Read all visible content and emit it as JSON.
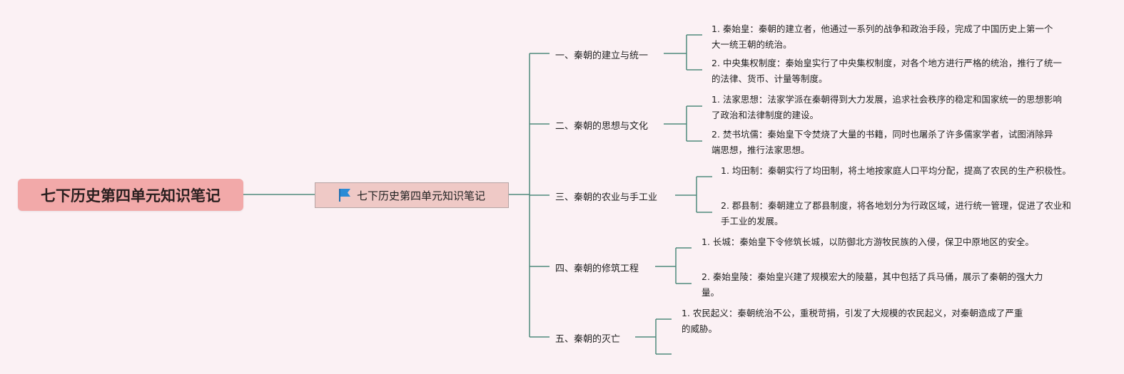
{
  "root": {
    "title": "七下历史第四单元知识笔记"
  },
  "center": {
    "title": "七下历史第四单元知识笔记",
    "icon": "flag-icon",
    "icon_color": "#2a8bd6"
  },
  "colors": {
    "line": "#4f8a7c",
    "root_bg": "#f2a9a9",
    "center_bg": "#efc9c6",
    "page_bg": "#fbf1f4"
  },
  "topics": [
    {
      "label": "一、秦朝的建立与统一",
      "items": [
        "1. 秦始皇：秦朝的建立者，他通过一系列的战争和政治手段，完成了中国历史上第一个大一统王朝的统治。",
        "2. 中央集权制度：秦始皇实行了中央集权制度，对各个地方进行严格的统治，推行了统一的法律、货币、计量等制度。"
      ]
    },
    {
      "label": "二、秦朝的思想与文化",
      "items": [
        "1. 法家思想：法家学派在秦朝得到大力发展，追求社会秩序的稳定和国家统一的思想影响了政治和法律制度的建设。",
        "2. 焚书坑儒：秦始皇下令焚烧了大量的书籍，同时也屠杀了许多儒家学者，试图消除异端思想，推行法家思想。"
      ]
    },
    {
      "label": "三、秦朝的农业与手工业",
      "items": [
        "1. 均田制：秦朝实行了均田制，将土地按家庭人口平均分配，提高了农民的生产积极性。",
        "2. 郡县制：秦朝建立了郡县制度，将各地划分为行政区域，进行统一管理，促进了农业和手工业的发展。"
      ]
    },
    {
      "label": "四、秦朝的修筑工程",
      "items": [
        "1. 长城：秦始皇下令修筑长城，以防御北方游牧民族的入侵，保卫中原地区的安全。",
        "2. 秦始皇陵：秦始皇兴建了规模宏大的陵墓，其中包括了兵马俑，展示了秦朝的强大力量。"
      ]
    },
    {
      "label": "五、秦朝的灭亡",
      "items": [
        "1. 农民起义：秦朝统治不公，重税苛捐，引发了大规模的农民起义，对秦朝造成了严重的威胁。",
        ""
      ]
    }
  ]
}
